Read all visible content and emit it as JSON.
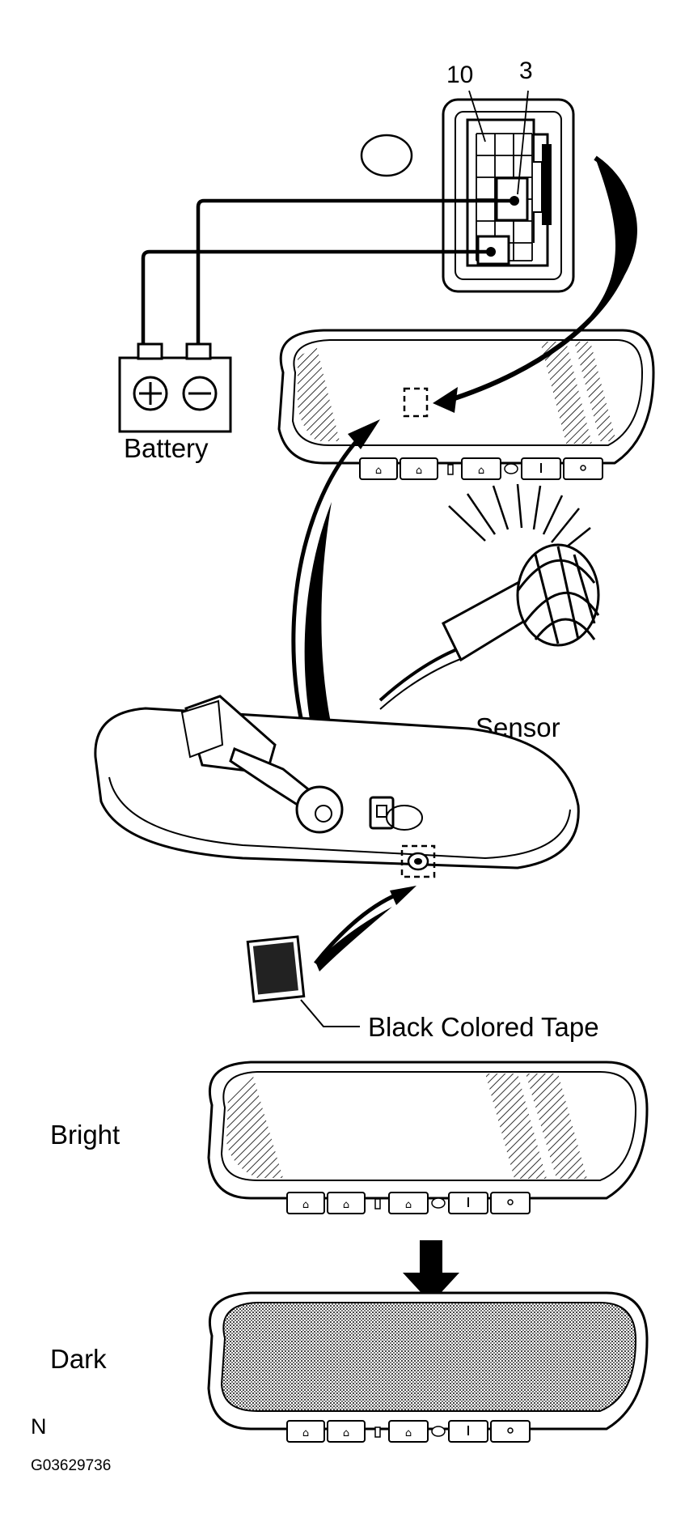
{
  "labels": {
    "pin_10": "10",
    "pin_3": "3",
    "battery": "Battery",
    "sensor": "Sensor",
    "tape": "Black Colored Tape",
    "bright": "Bright",
    "dark": "Dark"
  },
  "footer": {
    "letter": "N",
    "figure_code": "G03629736"
  }
}
